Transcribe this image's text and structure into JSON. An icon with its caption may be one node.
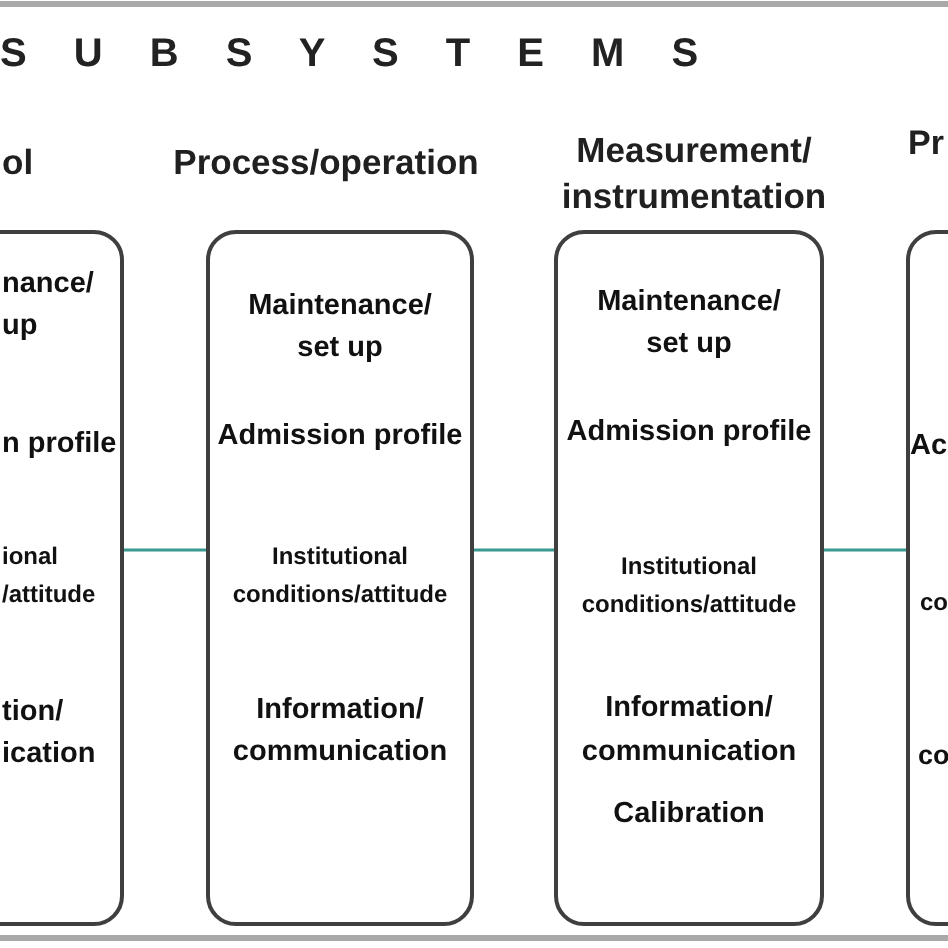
{
  "diagram": {
    "title": "S U B S Y S T E M S",
    "nodes": [
      {
        "text": [
          "ol",
          "nance/ up",
          "n profile",
          "ional /attitude",
          "tion/ ication"
        ]
      },
      {
        "text": [
          "Process/operation",
          "Maintenance/ set up",
          "Admission profile",
          "Institutional conditions/attitude",
          "Information/ communication"
        ]
      },
      {
        "text": [
          "Measurement/ instrumentation",
          "Maintenance/ set up",
          "Admission profile",
          "Institutional conditions/attitude",
          "Information/ communication",
          "Calibration"
        ]
      },
      {
        "text": [
          "Pr",
          "Ac",
          "co",
          "co"
        ]
      }
    ],
    "edges": [
      {
        "from": 0,
        "to": 1,
        "arrow": "none"
      },
      {
        "from": 1,
        "to": 2,
        "arrow": "none"
      },
      {
        "from": 2,
        "to": 3,
        "arrow": "none"
      }
    ]
  }
}
